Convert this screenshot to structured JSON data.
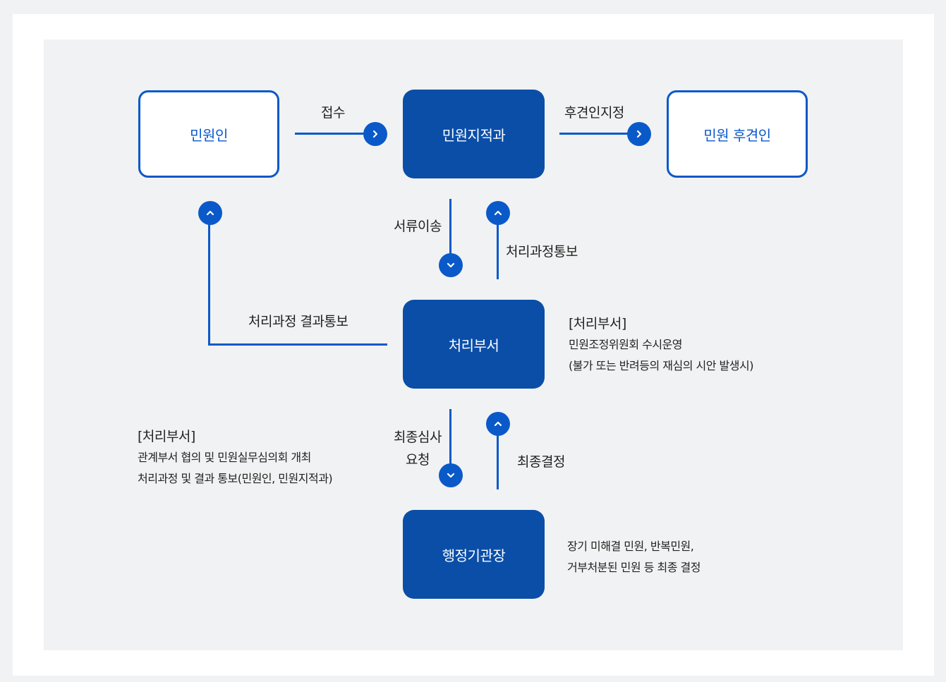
{
  "nodes": {
    "complainant": "민원인",
    "designation_dept": "민원지적과",
    "guardian": "민원 후견인",
    "processing_dept": "처리부서",
    "agency_head": "행정기관장"
  },
  "edges": {
    "receipt": "접수",
    "guardian_designation": "후견인지정",
    "document_transfer": "서류이송",
    "process_notice": "처리과정통보",
    "result_notice": "처리과정 결과통보",
    "final_review_line1": "최종심사",
    "final_review_line2": "요청",
    "final_decision": "최종결정"
  },
  "notes": {
    "processing_right": {
      "title": "[처리부서]",
      "line1": "민원조정위원회 수시운영",
      "line2": "(불가 또는 반려등의 재심의 시안 발생시)"
    },
    "processing_left": {
      "title": "[처리부서]",
      "line1": "관계부서 협의 및 민원실무심의회 개최",
      "line2": "처리과정 및 결과 통보(민원인, 민원지적과)"
    },
    "agency_head": {
      "line1": "장기 미해결 민원, 반복민원,",
      "line2": "거부처분된 민원 등 최종 결정"
    }
  },
  "colors": {
    "accent": "#0a59c9",
    "solid_box": "#0a4ea8",
    "panel": "#f1f2f3"
  }
}
